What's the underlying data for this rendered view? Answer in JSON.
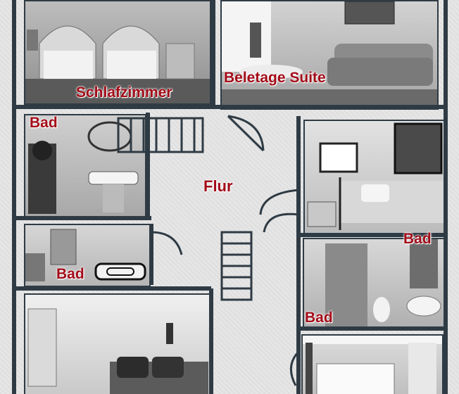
{
  "labels": {
    "schlafzimmer": "Schlafzimmer",
    "beletage_suite": "Beletage Suite",
    "bad_top_left": "Bad",
    "flur": "Flur",
    "bad_right_upper": "Bad",
    "bad_left_middle": "Bad",
    "bad_right_lower": "Bad"
  },
  "colors": {
    "label": "#a30b18",
    "wall": "#2f3b44",
    "floor": "#e6e6e6"
  }
}
